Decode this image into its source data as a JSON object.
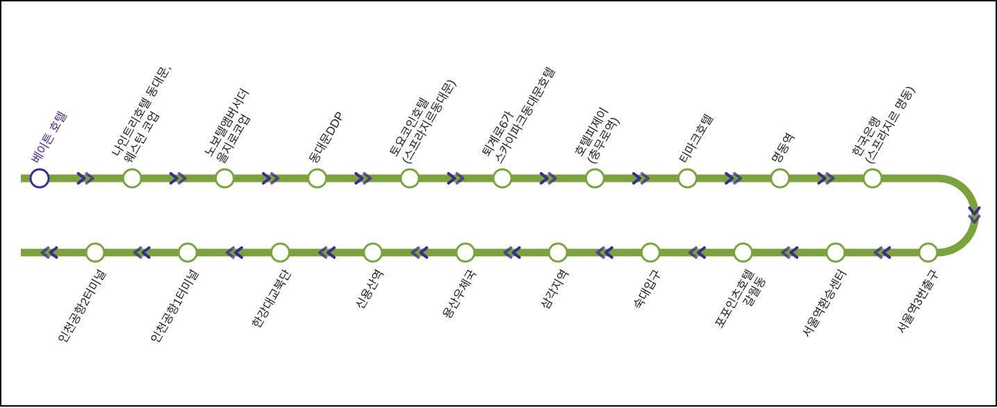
{
  "colors": {
    "line": "#7aa33f",
    "stop_stroke": "#7aa33f",
    "stop_fill": "#ffffff",
    "current": "#3c2a8c",
    "arrow": "#3c2a8c",
    "text": "#222222"
  },
  "route": {
    "current_stop_index": 0,
    "top_row": [
      {
        "id": "s01",
        "lines": [
          "베이튼 호텔"
        ]
      },
      {
        "id": "s02",
        "lines": [
          "나인트리호텔 동대문,",
          "웨스턴 코업"
        ]
      },
      {
        "id": "s03",
        "lines": [
          "노보텔앰버서더",
          "을지로코업"
        ]
      },
      {
        "id": "s04",
        "lines": [
          "동대문DDP"
        ]
      },
      {
        "id": "s05",
        "lines": [
          "토요코인호텔",
          "(스프라지르동대문)"
        ]
      },
      {
        "id": "s06",
        "lines": [
          "퇴계로6가",
          "스카이파크동대문호텔"
        ]
      },
      {
        "id": "s07",
        "lines": [
          "호텔피제이",
          "(충무로역)"
        ]
      },
      {
        "id": "s08",
        "lines": [
          "티마크호텔"
        ]
      },
      {
        "id": "s09",
        "lines": [
          "명동역"
        ]
      },
      {
        "id": "s10",
        "lines": [
          "한국은행",
          "(스프라지르 명동)"
        ]
      }
    ],
    "bottom_row": [
      {
        "id": "s11",
        "lines": [
          "서울역3번출구"
        ]
      },
      {
        "id": "s12",
        "lines": [
          "서울역환승센터"
        ]
      },
      {
        "id": "s13",
        "lines": [
          "포포인츠호텔",
          "갈월동"
        ]
      },
      {
        "id": "s14",
        "lines": [
          "숙대입구"
        ]
      },
      {
        "id": "s15",
        "lines": [
          "삼각지역"
        ]
      },
      {
        "id": "s16",
        "lines": [
          "용산우체국"
        ]
      },
      {
        "id": "s17",
        "lines": [
          "신용산역"
        ]
      },
      {
        "id": "s18",
        "lines": [
          "한강대교북단"
        ]
      },
      {
        "id": "s19",
        "lines": [
          "인천공항1터미널"
        ]
      },
      {
        "id": "s20",
        "lines": [
          "인천공항2터미널"
        ]
      }
    ]
  }
}
